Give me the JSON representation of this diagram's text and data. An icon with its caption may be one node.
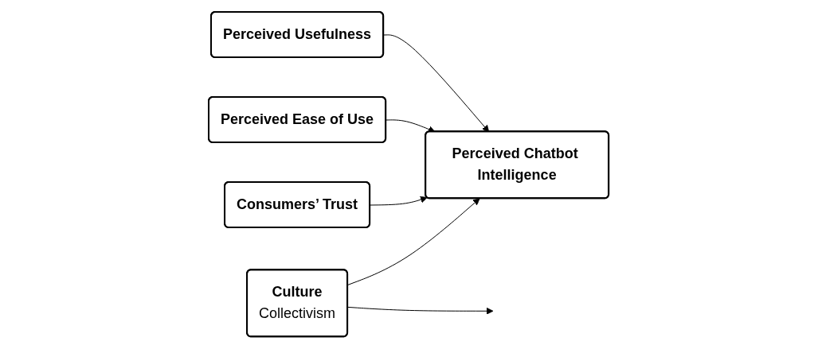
{
  "diagram": {
    "nodes": [
      {
        "text": [
          "Perceived Usefulness"
        ]
      },
      {
        "text": [
          "Perceived Ease of Use"
        ]
      },
      {
        "text": [
          "Consumers’ Trust"
        ]
      },
      {
        "text": [
          "Perceived Chatbot Intelligence"
        ]
      },
      {
        "text": [
          "Culture",
          "Collectivism"
        ]
      }
    ],
    "edges": [
      {
        "from": 0,
        "to": 3,
        "arrow": "to"
      },
      {
        "from": 1,
        "to": 3,
        "arrow": "to"
      },
      {
        "from": 2,
        "to": 3,
        "arrow": "to"
      },
      {
        "from": 4,
        "to": 3,
        "arrow": "to"
      },
      {
        "from": 4,
        "to": null,
        "arrow": "to"
      }
    ]
  }
}
